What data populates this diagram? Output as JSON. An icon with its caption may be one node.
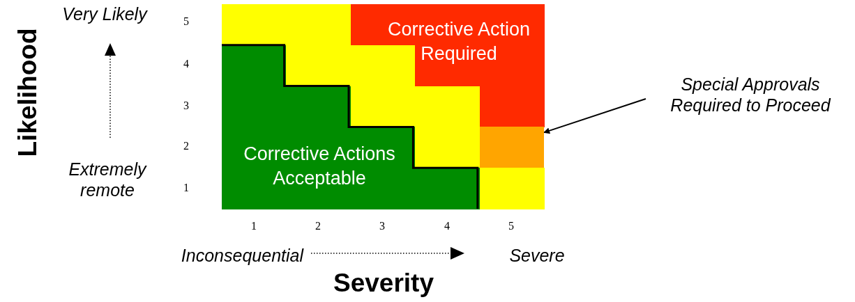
{
  "diagram": {
    "nodes": [
      {
        "text": [
          "Corrective Actions Acceptable"
        ]
      },
      {
        "text": [
          "Corrective Action Required"
        ]
      },
      {
        "text": [
          "Special Approvals Required to Proceed"
        ]
      },
      {
        "text": [],
        "shape": "box"
      }
    ],
    "edges": [
      {
        "from": 2,
        "to": 3,
        "arrow": "to"
      }
    ],
    "labels": [
      "Very Likely",
      "Likelihood",
      "5",
      "4",
      "3",
      "2",
      "1",
      "Extremely remote",
      "1",
      "2",
      "3",
      "4",
      "5",
      "Inconsequential",
      "Severe",
      "Severity"
    ]
  }
}
